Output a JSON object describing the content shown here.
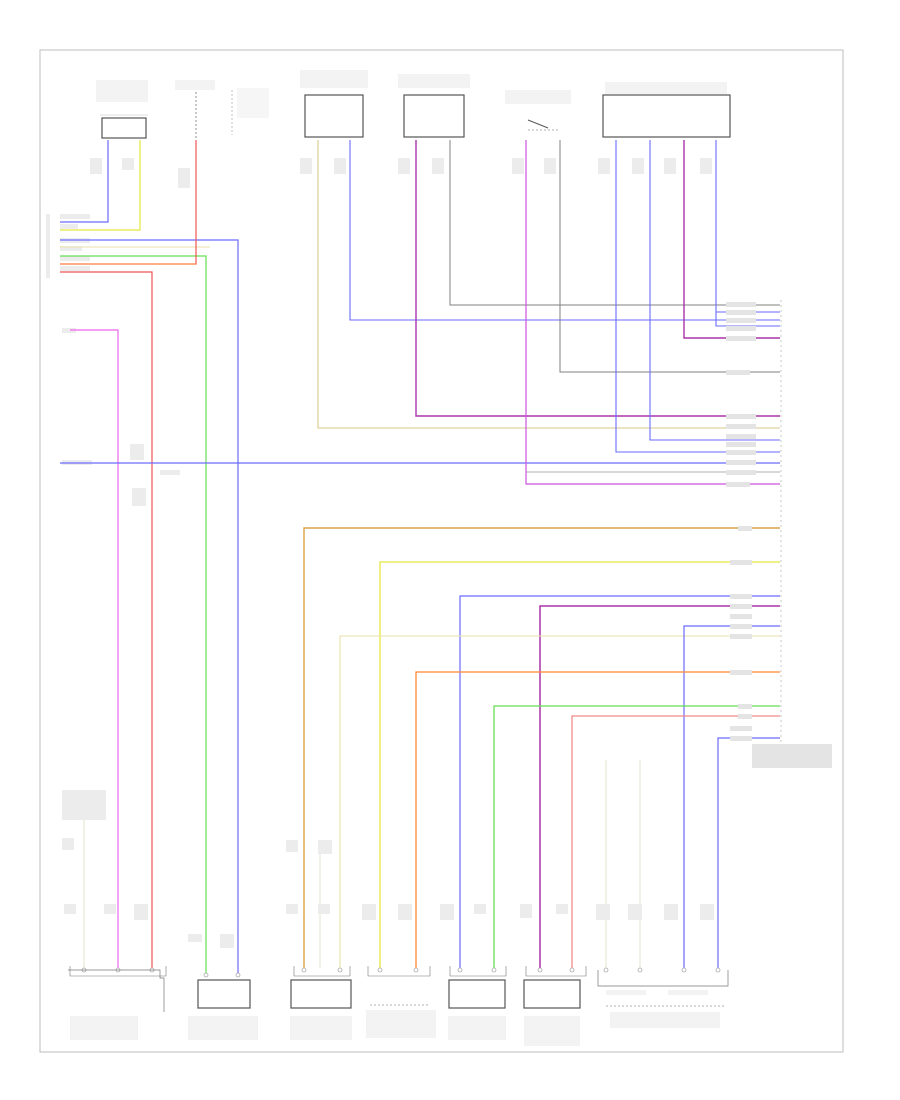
{
  "diagram": {
    "footer_code": "",
    "colors": {
      "blue": "#6b6bff",
      "yellow": "#e6e640",
      "red": "#ee5555",
      "green": "#66dd55",
      "orange": "#ff8833",
      "magenta": "#aa33aa",
      "violet": "#cc55dd",
      "pink": "#ee66ee",
      "tan": "#d7c98a",
      "beige": "#e8e2a8",
      "gray": "#808080",
      "gold": "#d9a44a",
      "salmon": "#f08a8a"
    },
    "components": [
      {
        "id": "top-left-sensor",
        "text": ""
      },
      {
        "id": "top-fuse",
        "text": ""
      },
      {
        "id": "top-module-1",
        "text": ""
      },
      {
        "id": "top-module-2",
        "text": ""
      },
      {
        "id": "top-switch",
        "text": ""
      },
      {
        "id": "top-module-3",
        "text": ""
      },
      {
        "id": "bottom-sensor-1",
        "text": ""
      },
      {
        "id": "bottom-motor",
        "text": ""
      },
      {
        "id": "bottom-module-1",
        "text": ""
      },
      {
        "id": "bottom-module-2",
        "text": ""
      },
      {
        "id": "bottom-module-3",
        "text": ""
      },
      {
        "id": "bottom-module-4",
        "text": ""
      },
      {
        "id": "bottom-module-5",
        "text": ""
      },
      {
        "id": "right-connector",
        "text": ""
      }
    ]
  }
}
